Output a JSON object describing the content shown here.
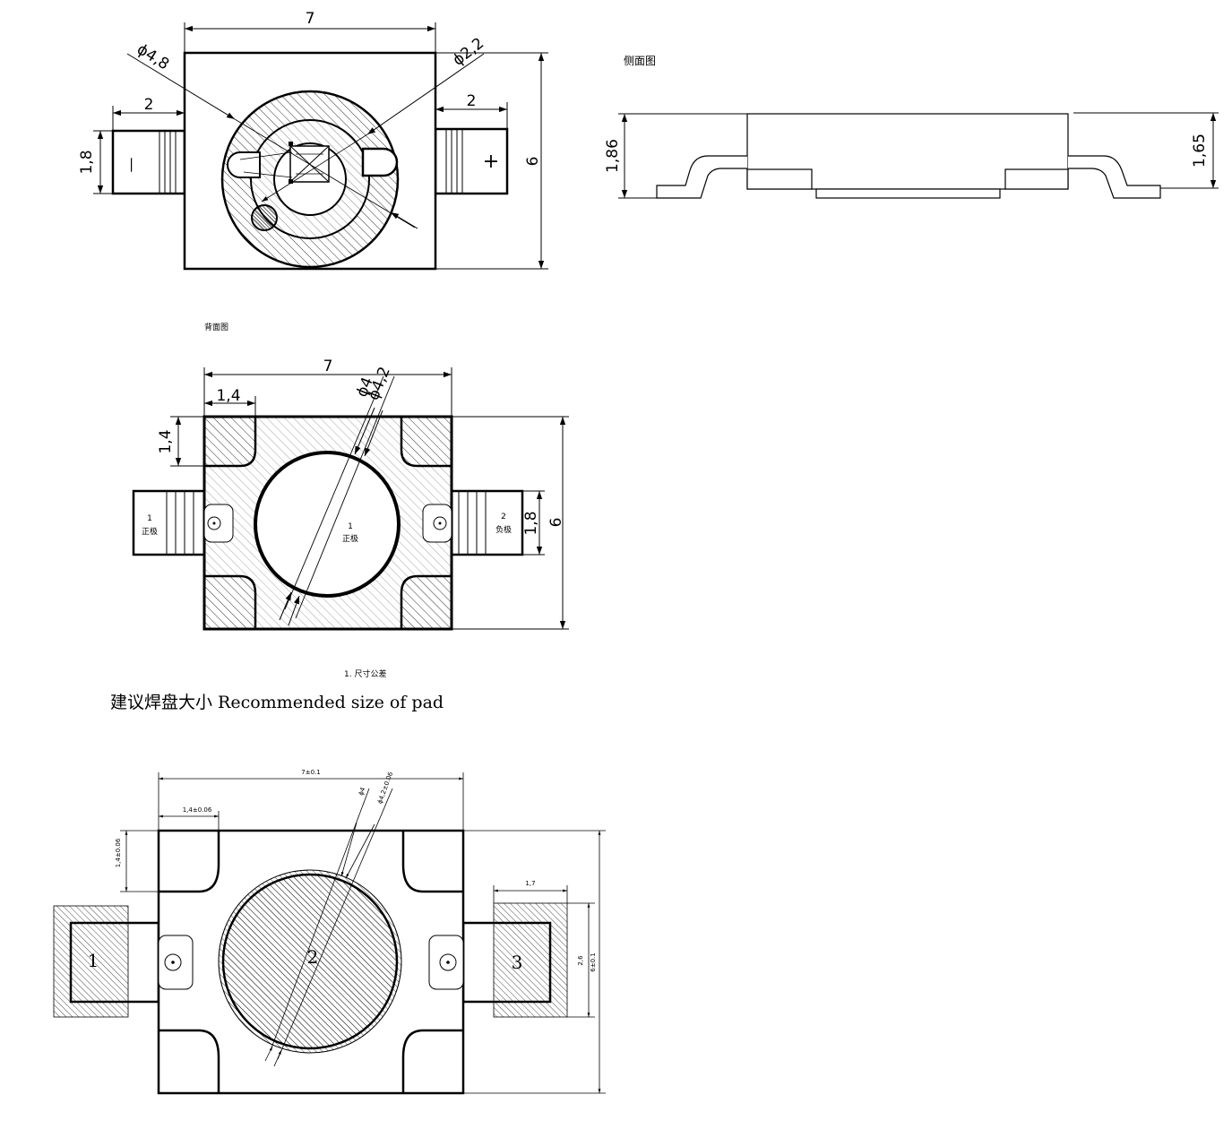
{
  "top_view": {
    "dim_width": "7",
    "dim_height": "6",
    "dim_lead_left": "2",
    "dim_lead_right": "2",
    "dim_lead_height": "1,8",
    "dim_outer_dia": "ϕ4,8",
    "dim_inner_dia": "ϕ2,2",
    "mark_negative": "—",
    "mark_positive": "+"
  },
  "side_view": {
    "title": "侧面图",
    "dim_left": "1,86",
    "dim_right": "1,65"
  },
  "back_view": {
    "title": "背面图",
    "dim_width": "7",
    "dim_height": "6",
    "dim_corner_w": "1,4",
    "dim_corner_h": "1,4",
    "dim_lead_height": "1,8",
    "dim_dia_a": "ϕ4",
    "dim_dia_b": "ϕ4,2",
    "pad1_num": "1",
    "pad1_label": "正极",
    "center_num": "1",
    "center_label": "正极",
    "pad2_num": "2",
    "pad2_label": "负极"
  },
  "note": "1. 尺寸公差",
  "pad_heading": "建议焊盘大小 Recommended size of pad",
  "pad_layout": {
    "dim_width": "7±0.1",
    "dim_corner_w": "1,4±0.06",
    "dim_corner_h": "1,4±0.06",
    "dim_dia_a": "ϕ4",
    "dim_dia_b": "ϕ4,2±0.06",
    "dim_pad_w": "1,7",
    "dim_pad_h": "2,6",
    "dim_height": "6±0.1",
    "pad1": "1",
    "pad2": "2",
    "pad3": "3"
  }
}
